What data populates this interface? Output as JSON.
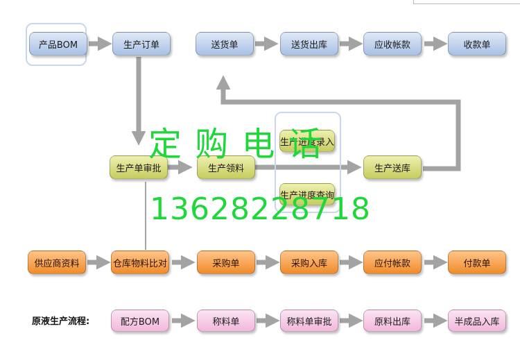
{
  "row1": {
    "bom": "产品BOM",
    "order": "生产订单",
    "delivery": "送货单",
    "delivery_out": "送货出库",
    "receivable": "应收帐款",
    "receipt": "收款单"
  },
  "row2": {
    "review": "生产单审批",
    "material": "生产领料",
    "progress_entry": "生产进度录入",
    "progress_query": "生产进度查询",
    "stock_in": "生产送库"
  },
  "row3": {
    "supplier": "供应商资料",
    "compare": "仓库物料比对",
    "purchase": "采购单",
    "purchase_in": "采购入库",
    "payable": "应付帐款",
    "payment": "付款单"
  },
  "row4": {
    "label": "原液生产流程:",
    "formula": "配方BOM",
    "weigh": "称料单",
    "weigh_review": "称料单审批",
    "raw_out": "原料出库",
    "semi_in": "半成品入库"
  },
  "watermark": {
    "title": "定 购 电 话",
    "phone": "13628228718"
  },
  "colors": {
    "blue": "#a9c1e6",
    "olive": "#c7cc5e",
    "orange": "#f08c2a",
    "pink": "#f2b8dc",
    "arrow": "#a3a3a3",
    "watermark": "#1ed83a"
  }
}
